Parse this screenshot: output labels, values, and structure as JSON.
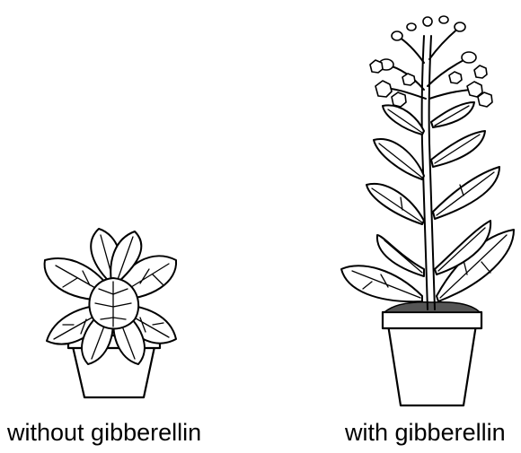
{
  "captions": {
    "left": "without gibberellin",
    "right": "with gibberellin"
  },
  "illustrations": {
    "left": "short-rosette-plant-in-pot",
    "right": "tall-flowering-plant-in-pot"
  },
  "colors": {
    "ink": "#000000",
    "background": "#ffffff",
    "soil": "#555555"
  }
}
